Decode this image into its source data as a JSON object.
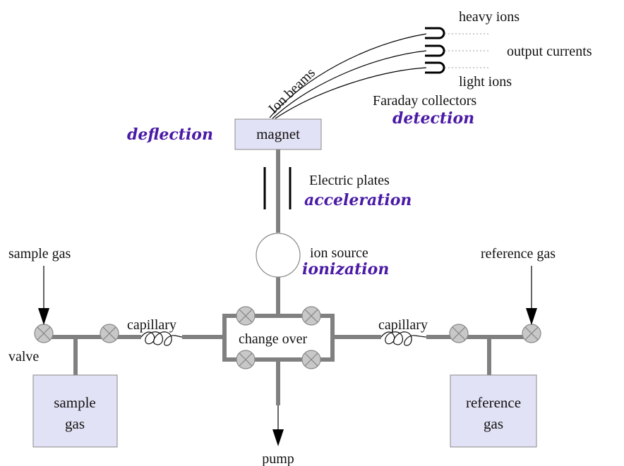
{
  "colors": {
    "stage": "#4a1aa6",
    "pipe": "#808080",
    "box_fill": "#e2e2f6",
    "valve_fill": "#c8c8c8",
    "valve_stroke": "#888888"
  },
  "labels": {
    "heavy_ions": "heavy ions",
    "output_currents": "output currents",
    "light_ions": "light ions",
    "ion_beams": "Ion beams",
    "faraday_collectors": "Faraday collectors",
    "magnet": "magnet",
    "electric_plates": "Electric plates",
    "ion_source": "ion source",
    "sample_gas_in": "sample gas",
    "reference_gas_in": "reference gas",
    "capillary_left": "capillary",
    "capillary_right": "capillary",
    "change_over": "change over",
    "valve": "valve",
    "sample_gas_box_line1": "sample",
    "sample_gas_box_line2": "gas",
    "reference_gas_box_line1": "reference",
    "reference_gas_box_line2": "gas",
    "pump": "pump"
  },
  "stages": {
    "deflection": "deflection",
    "detection": "detection",
    "acceleration": "acceleration",
    "ionization": "ionization"
  }
}
